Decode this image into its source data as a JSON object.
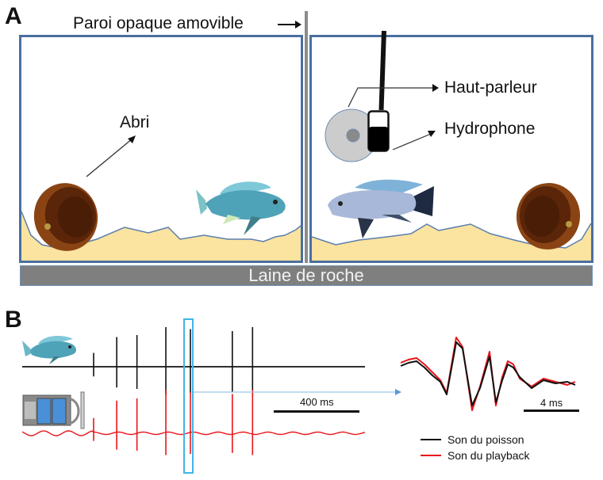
{
  "panel_a": {
    "letter": "A",
    "labels": {
      "divider": "Paroi opaque amovible",
      "shelter": "Abri",
      "speaker": "Haut-parleur",
      "hydrophone": "Hydrophone",
      "base": "Laine de roche"
    },
    "colors": {
      "tank_border": "#4a6fa0",
      "sand": "#fbe3a0",
      "divider": "#8c8c8c",
      "base": "#7f7f7f",
      "shelter": "#8a4414",
      "fish_left": "#4fa3b8",
      "fish_right": "#8fa8d0"
    }
  },
  "panel_b": {
    "letter": "B",
    "scale_bar_long": "400 ms",
    "scale_bar_short": "4 ms",
    "legend": [
      {
        "label": "Son du poisson",
        "color": "#111111"
      },
      {
        "label": "Son du playback",
        "color": "#e8151b"
      }
    ],
    "highlight_color": "#3fb6e8",
    "pulse_positions_ms": [
      0,
      80,
      150,
      250,
      335,
      480,
      550
    ],
    "pulse_relative_amplitudes": [
      0.35,
      0.75,
      0.8,
      1.0,
      0.95,
      0.9,
      1.0
    ]
  }
}
